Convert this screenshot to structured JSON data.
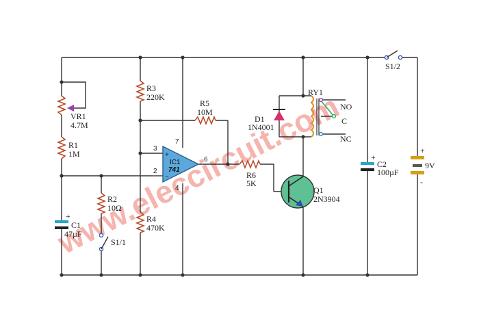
{
  "watermark": "www.eleccircuit.com",
  "components": {
    "vr1": {
      "ref": "VR1",
      "value": "4.7M"
    },
    "r1": {
      "ref": "R1",
      "value": "1M"
    },
    "c1": {
      "ref": "C1",
      "value": "47µF"
    },
    "r2": {
      "ref": "R2",
      "value": "10Ω"
    },
    "s1_1": {
      "ref": "S1/1"
    },
    "r3": {
      "ref": "R3",
      "value": "220K"
    },
    "r4": {
      "ref": "R4",
      "value": "470K"
    },
    "r5": {
      "ref": "R5",
      "value": "10M"
    },
    "r6": {
      "ref": "R6",
      "value": "5K"
    },
    "ic1": {
      "ref": "IC1",
      "part": "741",
      "plus": "+",
      "minus": "−",
      "pins": {
        "p2": "2",
        "p3": "3",
        "p4": "4",
        "p6": "6",
        "p7": "7"
      }
    },
    "d1": {
      "ref": "D1",
      "part": "1N4001"
    },
    "ry1": {
      "ref": "RY1",
      "no": "NO",
      "c": "C",
      "nc": "NC"
    },
    "q1": {
      "ref": "Q1",
      "part": "2N3904"
    },
    "c2": {
      "ref": "C2",
      "value": "100µF"
    },
    "s1_2": {
      "ref": "S1/2"
    },
    "battery": {
      "value": "9V",
      "plus": "+",
      "minus": "-"
    }
  },
  "colors": {
    "wire": "#333333",
    "resistor": "#b84a2a",
    "cap_top": "#2aa5c8",
    "cap_bottom": "#222222",
    "opamp": "#5ba8dc",
    "diode": "#d9306a",
    "coil": "#e08a1e",
    "battery": "#d4a017",
    "watermark": "#f4a7a0",
    "contact_no": "#8e44ad",
    "contact_nc": "#2e86c1",
    "contact_c": "#27ae60"
  }
}
